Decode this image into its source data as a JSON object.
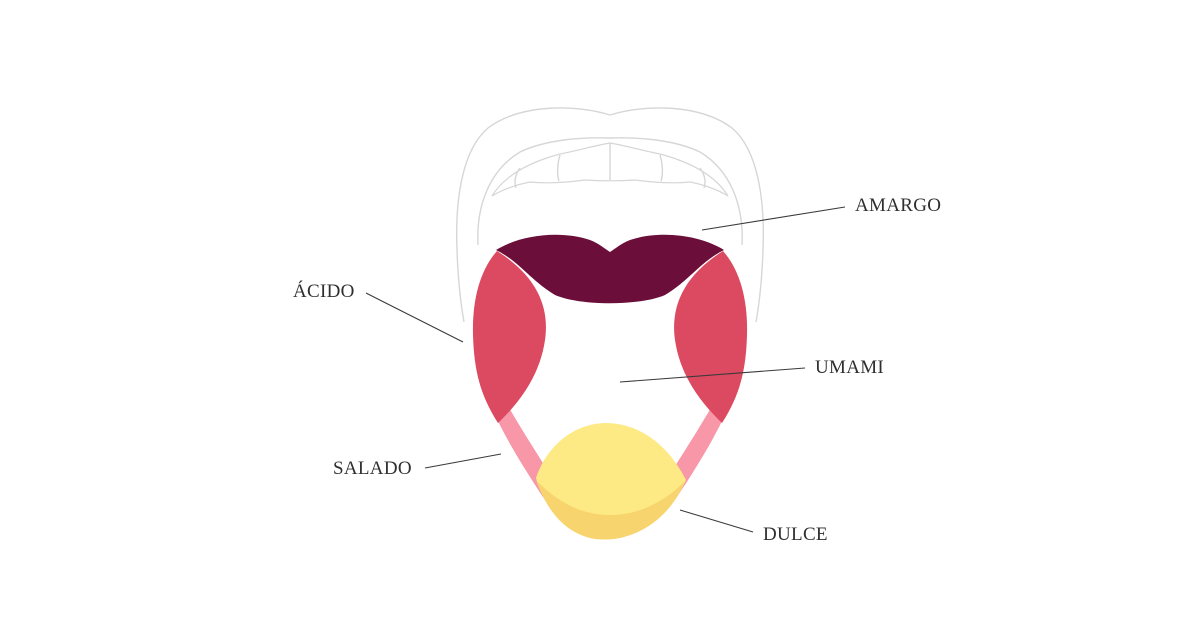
{
  "diagram": {
    "regions": [
      {
        "key": "amargo",
        "label": "AMARGO",
        "color": "#6b0f3a"
      },
      {
        "key": "acido",
        "label": "ÁCIDO",
        "color": "#db4a60"
      },
      {
        "key": "umami",
        "label": "UMAMI",
        "color": "#ffffff"
      },
      {
        "key": "salado",
        "label": "SALADO",
        "color": "#f797a8"
      },
      {
        "key": "dulce",
        "label": "DULCE",
        "color": "#fdea84"
      }
    ],
    "colors": {
      "mouth_outline": "#d6d6d6",
      "dulce_shadow": "#f8d46e",
      "label_text": "#2f2f2f"
    }
  }
}
